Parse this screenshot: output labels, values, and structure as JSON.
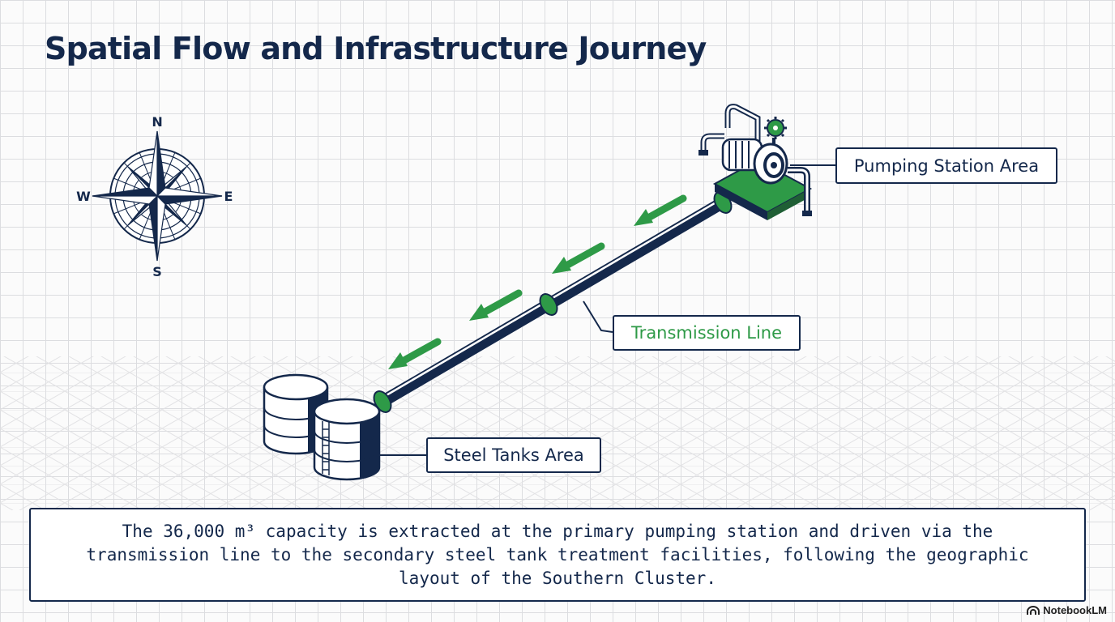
{
  "title": "Spatial Flow and Infrastructure Journey",
  "compass": {
    "north": "N",
    "south": "S",
    "east": "E",
    "west": "W"
  },
  "labels": {
    "pumping_station": "Pumping Station Area",
    "transmission_line": "Transmission Line",
    "steel_tanks": "Steel Tanks Area"
  },
  "caption": "The 36,000 m³ capacity is extracted at the primary pumping station and driven via the transmission line to the secondary steel tank treatment facilities, following the geographic layout of the Southern Cluster.",
  "brand": "NotebookLM",
  "colors": {
    "navy": "#14284b",
    "green": "#2e9a47",
    "grid": "#dcdde0"
  }
}
